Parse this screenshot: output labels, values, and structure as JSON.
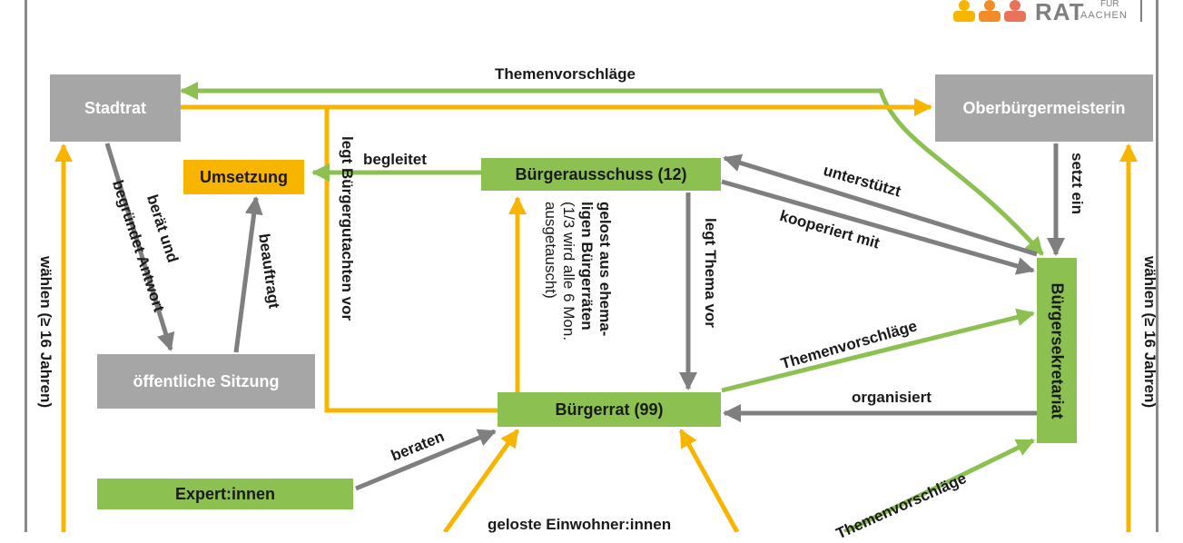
{
  "logo": {
    "word": "RAT",
    "line1": "FÜR",
    "line2": "AACHEN",
    "colors": [
      "#f7b500",
      "#f28c28",
      "#e8735a"
    ]
  },
  "nodes": {
    "stadtrat": "Stadtrat",
    "oberbuergermeisterin": "Oberbürgermeisterin",
    "umsetzung": "Umsetzung",
    "buergerausschuss": "Bürgerausschuss (12)",
    "oeffentliche_sitzung": "öffentliche Sitzung",
    "buergerrat": "Bürgerrat (99)",
    "buergersekretariat": "Bürgersekretariat",
    "expertinnen": "Expert:innen",
    "einwohnerinnen": "geloste Einwohner:innen"
  },
  "edges": {
    "themenvorschlaege_top": "Themenvorschläge",
    "begleitet": "begleitet",
    "unterstuetzt": "unterstützt",
    "kooperiert": "kooperiert mit",
    "setzt_ein": "setzt ein",
    "beraet_line1": "berät und",
    "beraet_line2": "begründet Antwort",
    "beauftragt": "beauftragt",
    "legt_gutachten": "legt Bürgergutachten vor",
    "gelost_line1": "gelost aus ehema-",
    "gelost_line2": "ligen Bürgerräten",
    "gelost_line3": "(1/3 wird alle 6 Mon.",
    "gelost_line4": "ausgetauscht)",
    "legt_thema": "legt Thema vor",
    "themenvorschlaege_mid": "Themenvorschläge",
    "organisiert": "organisiert",
    "beraten": "beraten",
    "themenvorschlaege_low": "Themenvorschläge",
    "waehlen_left": "wählen (≥ 16 Jahren)",
    "waehlen_right": "wählen (≥ 16 Jahren)"
  },
  "colors": {
    "gray": "#a6a6a6",
    "green": "#8cc152",
    "orange": "#f7b500",
    "arrow_gray": "#7f7f7f"
  }
}
